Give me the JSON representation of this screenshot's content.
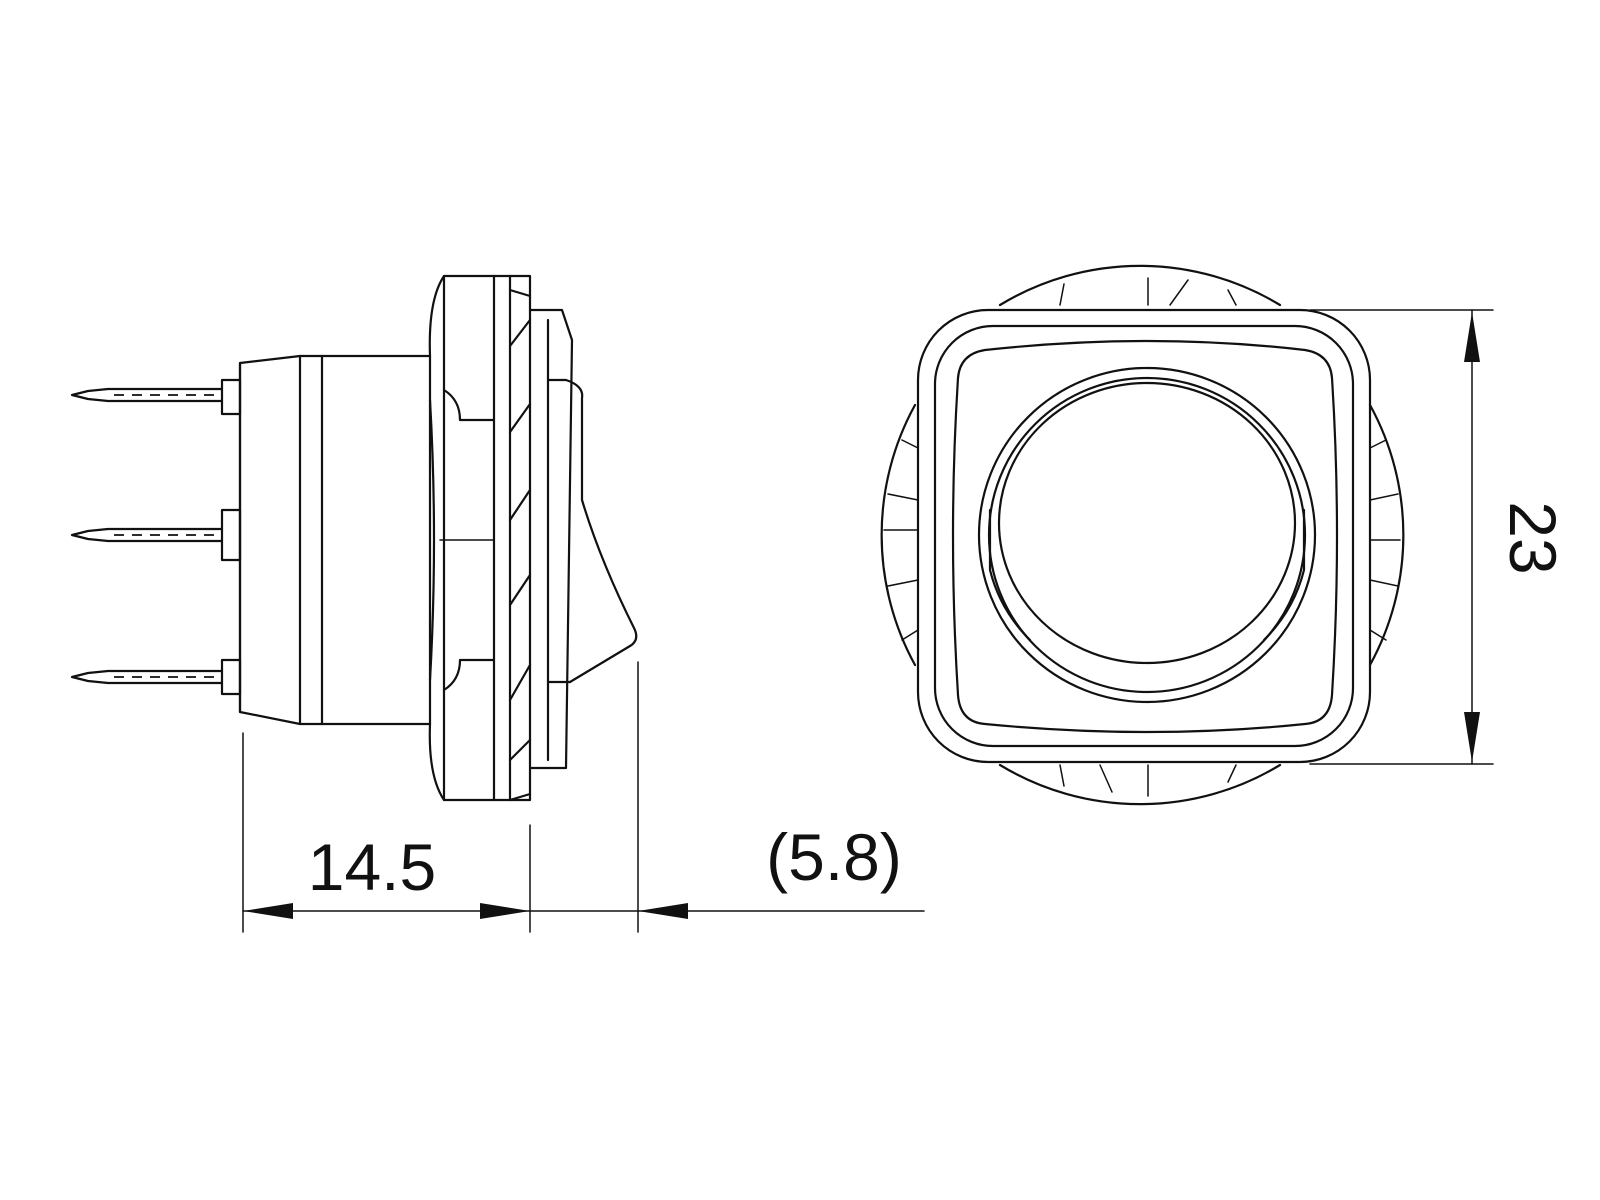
{
  "dimensions": {
    "body_depth": "14.5",
    "rocker_protrusion": "(5.8)",
    "bezel_height": "23"
  },
  "colors": {
    "line": "#111111",
    "background": "#ffffff"
  }
}
